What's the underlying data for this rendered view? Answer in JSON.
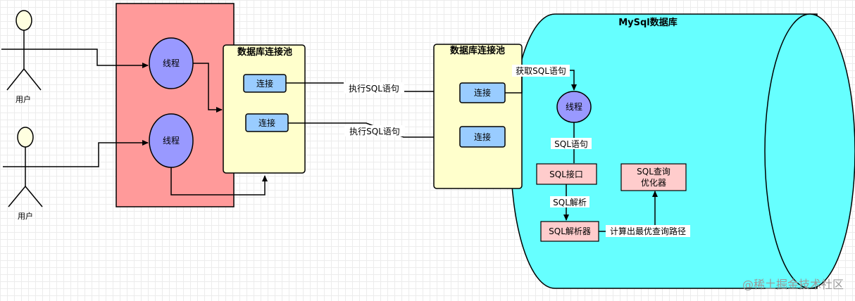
{
  "users": [
    {
      "label": "用户"
    },
    {
      "label": "用户"
    }
  ],
  "app_server": {
    "threads": [
      "线程",
      "线程"
    ],
    "pool_title": "数据库连接池",
    "connections": [
      "连接",
      "连接"
    ]
  },
  "edges": {
    "exec_sql_1": "执行SQL语句",
    "exec_sql_2": "执行SQL语句"
  },
  "mysql_pool": {
    "title": "数据库连接池",
    "connections": [
      "连接",
      "连接"
    ]
  },
  "mysql": {
    "title": "MySql数据库",
    "fetch_sql": "获取SQL语句",
    "thread": "线程",
    "sql_statement": "SQL语句",
    "sql_interface": "SQL接口",
    "sql_parse": "SQL解析",
    "sql_parser": "SQL解析器",
    "optimizer_line1": "SQL查询",
    "optimizer_line2": "优化器",
    "compute_path": "计算出最优查询路径"
  },
  "watermark": "@稀土掘金技术社区",
  "colors": {
    "server_bg": "#ff9a9a",
    "pool_bg": "#ffffcc",
    "thread_fill": "#9999ff",
    "conn_fill": "#99ccff",
    "db_fill": "#66ffff",
    "box_fill": "#ffcccc"
  }
}
